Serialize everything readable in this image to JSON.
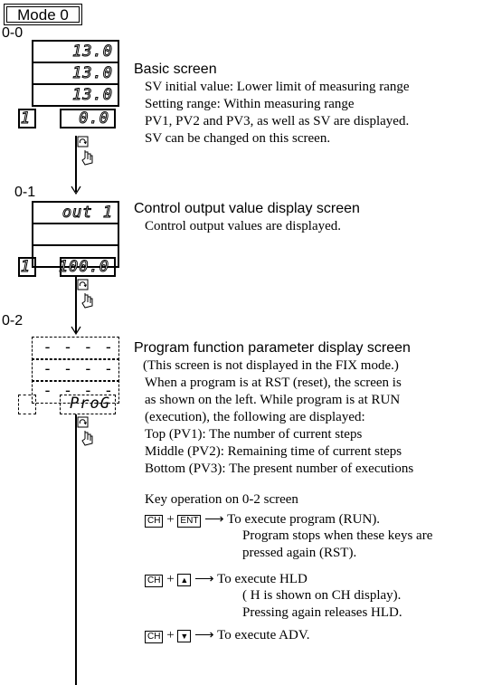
{
  "mode_label": "Mode 0",
  "sections": [
    {
      "id": "0-0",
      "title": "Basic screen",
      "display": {
        "pv1": "13.0",
        "pv2": "13.0",
        "pv3": "13.0",
        "ch": "1",
        "sv": "0.0"
      },
      "lines": [
        "SV initial value:  Lower limit of measuring range",
        "Setting range:  Within measuring range",
        "PV1, PV2 and PV3, as well as SV are displayed.",
        "SV can be changed on this screen."
      ]
    },
    {
      "id": "0-1",
      "title": "Control output value display screen",
      "display": {
        "pv1": "out 1",
        "ch": "1",
        "sv": "100.0"
      },
      "lines": [
        "Control output values are displayed."
      ]
    },
    {
      "id": "0-2",
      "title": "Program function parameter display screen",
      "display": {
        "pv1": "- - - -",
        "pv2": "- - - -",
        "pv3": "- - - -",
        "sv": "ProG"
      },
      "lines": [
        "(This screen is not displayed in the FIX mode.)",
        "When a program is at RST (reset), the screen is",
        "as shown on the left.  While program is at RUN",
        "(execution), the following are displayed:",
        "Top (PV1): The number of current steps",
        "Middle (PV2): Remaining time of current steps",
        "Bottom (PV3): The present number of executions"
      ]
    }
  ],
  "key_operation": {
    "heading": "Key operation on 0-2 screen",
    "ops": [
      {
        "key1": "CH",
        "key2": "ENT",
        "lines": [
          "To execute program (RUN).",
          "Program stops when these keys are",
          "pressed again (RST)."
        ]
      },
      {
        "key1": "CH",
        "key2": "▲",
        "lines": [
          "To execute HLD",
          "( H is shown on CH display).",
          "Pressing again releases HLD."
        ]
      },
      {
        "key1": "CH",
        "key2": "▼",
        "lines": [
          "To execute ADV."
        ]
      }
    ]
  }
}
